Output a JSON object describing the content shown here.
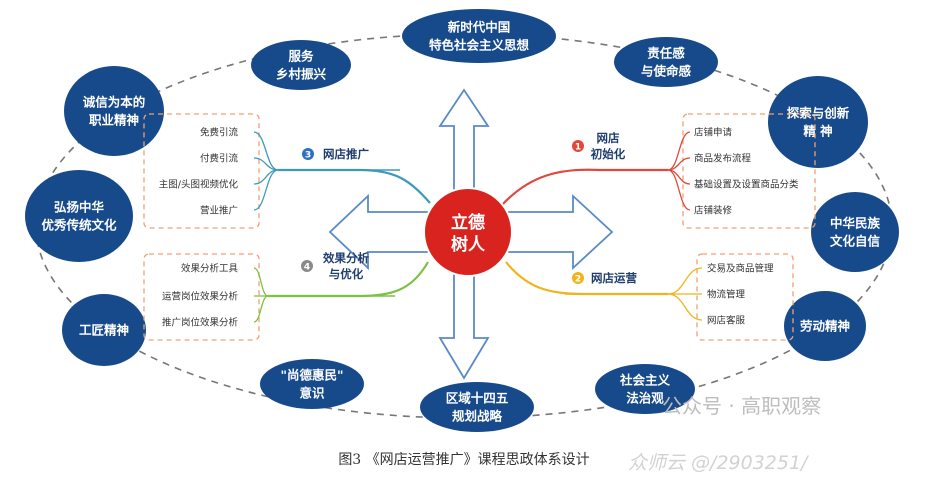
{
  "center": {
    "line1": "立德",
    "line2": "树人"
  },
  "outer_nodes": [
    {
      "lines": [
        "新时代中国",
        "特色社会主义思想"
      ]
    },
    {
      "lines": [
        "责任感",
        "与使命感"
      ]
    },
    {
      "lines": [
        "探索与创新",
        "精 神"
      ]
    },
    {
      "lines": [
        "中华民族",
        "文化自信"
      ]
    },
    {
      "lines": [
        "劳动精神"
      ]
    },
    {
      "lines": [
        "社会主义",
        "法治观"
      ]
    },
    {
      "lines": [
        "区域十四五",
        "规划战略"
      ]
    },
    {
      "lines": [
        "\"尚德惠民\"",
        "意识"
      ]
    },
    {
      "lines": [
        "工匠精神"
      ]
    },
    {
      "lines": [
        "弘扬中华",
        "优秀传统文化"
      ]
    },
    {
      "lines": [
        "诚信为本的",
        "职业精神"
      ]
    },
    {
      "lines": [
        "服务",
        "乡村振兴"
      ]
    }
  ],
  "branches": [
    {
      "number": "1",
      "lines": [
        "网店",
        "初始化"
      ],
      "color": "#e2473c",
      "items": [
        "店铺申请",
        "商品发布流程",
        "基础设置及设置商品分类",
        "店铺装修"
      ]
    },
    {
      "number": "2",
      "lines": [
        "网店运营"
      ],
      "color": "#f0b31a",
      "items": [
        "交易及商品管理",
        "物流管理",
        "网店客服"
      ]
    },
    {
      "number": "3",
      "lines": [
        "网店推广"
      ],
      "color": "#2f6fc0",
      "items": [
        "免费引流",
        "付费引流",
        "主图/头图视频优化",
        "营业推广"
      ]
    },
    {
      "number": "4",
      "lines": [
        "效果分析",
        "与优化"
      ],
      "color": "#8a8a8a",
      "items": [
        "效果分析工具",
        "运营岗位效果分析",
        "推广岗位效果分析"
      ]
    }
  ],
  "colors": {
    "node_blue": "#174a8b",
    "center_red": "#d9231f",
    "arrow_blue": "#5a8ac6",
    "box_border": "#f0a070",
    "green_branch": "#7cc242",
    "teal_branch": "#3d9ab8"
  },
  "caption": "图3 《网店运营推广》课程思政体系设计",
  "watermark_1": "公众号 · 高职观察",
  "watermark_2": "众师云 @/2903251/"
}
